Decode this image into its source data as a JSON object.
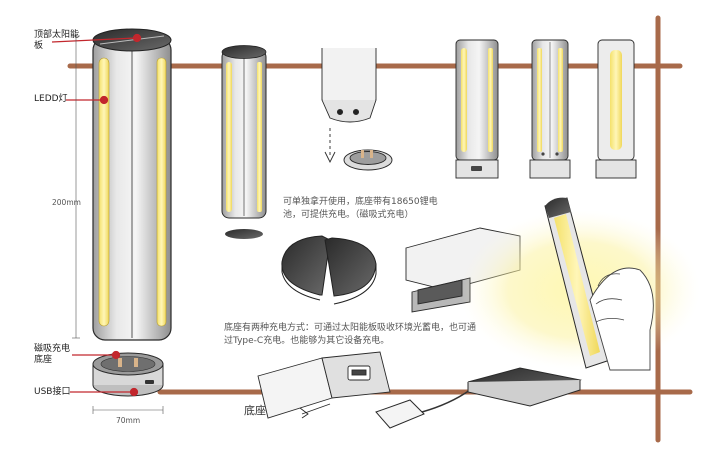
{
  "colors": {
    "background": "#ffffff",
    "rail": "#a86a4a",
    "callout_line": "#c2272d",
    "led_glow": "#f2e27a",
    "body_grey": "#cfcfcf",
    "outline": "#2a2a2a"
  },
  "callouts": {
    "solar_panel": "顶部太阳能\n板",
    "led_light": "LEDD灯",
    "height_dim": "200mm",
    "magnetic_base": "磁吸充电\n底座",
    "usb_port": "USB接口",
    "width_dim": "70mm"
  },
  "notes": {
    "portable": "可单独拿开使用，底座带有18650锂电\n池，可提供充电。（磁吸式充电）",
    "charging": "底座有两种充电方式：可通过太阳能板吸收环境光蓄电，也可通\n过Type-C充电。也能够为其它设备充电。",
    "handwritten": "底座"
  }
}
